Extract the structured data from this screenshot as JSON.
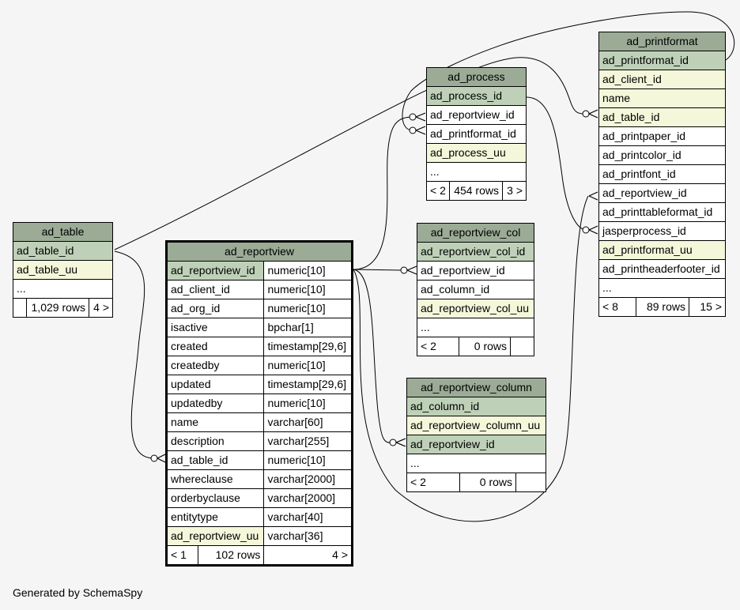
{
  "tables": {
    "ad_printformat": {
      "name": "ad_printformat",
      "columns": [
        {
          "name": "ad_printformat_id",
          "kind": "pk"
        },
        {
          "name": "ad_client_id",
          "kind": "fk"
        },
        {
          "name": "name",
          "kind": "fk"
        },
        {
          "name": "ad_table_id",
          "kind": "fk"
        },
        {
          "name": "ad_printpaper_id",
          "kind": ""
        },
        {
          "name": "ad_printcolor_id",
          "kind": ""
        },
        {
          "name": "ad_printfont_id",
          "kind": ""
        },
        {
          "name": "ad_reportview_id",
          "kind": ""
        },
        {
          "name": "ad_printtableformat_id",
          "kind": ""
        },
        {
          "name": "jasperprocess_id",
          "kind": ""
        },
        {
          "name": "ad_printformat_uu",
          "kind": "fk"
        },
        {
          "name": "ad_printheaderfooter_id",
          "kind": ""
        },
        {
          "name": "...",
          "kind": ""
        }
      ],
      "footer": {
        "parents": "< 8",
        "rows": "89 rows",
        "children": "15 >"
      }
    },
    "ad_process": {
      "name": "ad_process",
      "columns": [
        {
          "name": "ad_process_id",
          "kind": "pk"
        },
        {
          "name": "ad_reportview_id",
          "kind": ""
        },
        {
          "name": "ad_printformat_id",
          "kind": ""
        },
        {
          "name": "ad_process_uu",
          "kind": "fk"
        },
        {
          "name": "...",
          "kind": ""
        }
      ],
      "footer": {
        "parents": "< 2",
        "rows": "454 rows",
        "children": "3 >"
      }
    },
    "ad_table": {
      "name": "ad_table",
      "columns": [
        {
          "name": "ad_table_id",
          "kind": "pk"
        },
        {
          "name": "ad_table_uu",
          "kind": "fk"
        },
        {
          "name": "...",
          "kind": ""
        }
      ],
      "footer": {
        "parents": "",
        "rows": "1,029 rows",
        "children": "4 >"
      }
    },
    "ad_reportview": {
      "name": "ad_reportview",
      "columns": [
        {
          "name": "ad_reportview_id",
          "type": "numeric[10]",
          "kind": "pk"
        },
        {
          "name": "ad_client_id",
          "type": "numeric[10]",
          "kind": ""
        },
        {
          "name": "ad_org_id",
          "type": "numeric[10]",
          "kind": ""
        },
        {
          "name": "isactive",
          "type": "bpchar[1]",
          "kind": ""
        },
        {
          "name": "created",
          "type": "timestamp[29,6]",
          "kind": ""
        },
        {
          "name": "createdby",
          "type": "numeric[10]",
          "kind": ""
        },
        {
          "name": "updated",
          "type": "timestamp[29,6]",
          "kind": ""
        },
        {
          "name": "updatedby",
          "type": "numeric[10]",
          "kind": ""
        },
        {
          "name": "name",
          "type": "varchar[60]",
          "kind": ""
        },
        {
          "name": "description",
          "type": "varchar[255]",
          "kind": ""
        },
        {
          "name": "ad_table_id",
          "type": "numeric[10]",
          "kind": ""
        },
        {
          "name": "whereclause",
          "type": "varchar[2000]",
          "kind": ""
        },
        {
          "name": "orderbyclause",
          "type": "varchar[2000]",
          "kind": ""
        },
        {
          "name": "entitytype",
          "type": "varchar[40]",
          "kind": ""
        },
        {
          "name": "ad_reportview_uu",
          "type": "varchar[36]",
          "kind": "fk"
        }
      ],
      "footer": {
        "parents": "< 1",
        "rows": "102 rows",
        "children": "4 >"
      }
    },
    "ad_reportview_col": {
      "name": "ad_reportview_col",
      "columns": [
        {
          "name": "ad_reportview_col_id",
          "kind": "pk"
        },
        {
          "name": "ad_reportview_id",
          "kind": ""
        },
        {
          "name": "ad_column_id",
          "kind": ""
        },
        {
          "name": "ad_reportview_col_uu",
          "kind": "fk"
        },
        {
          "name": "...",
          "kind": ""
        }
      ],
      "footer": {
        "parents": "< 2",
        "rows": "0 rows",
        "children": ""
      }
    },
    "ad_reportview_column": {
      "name": "ad_reportview_column",
      "columns": [
        {
          "name": "ad_column_id",
          "kind": "pk"
        },
        {
          "name": "ad_reportview_column_uu",
          "kind": "fk"
        },
        {
          "name": "ad_reportview_id",
          "kind": "pk"
        },
        {
          "name": "...",
          "kind": ""
        }
      ],
      "footer": {
        "parents": "< 2",
        "rows": "0 rows",
        "children": ""
      }
    }
  },
  "footer_text": "Generated by SchemaSpy"
}
